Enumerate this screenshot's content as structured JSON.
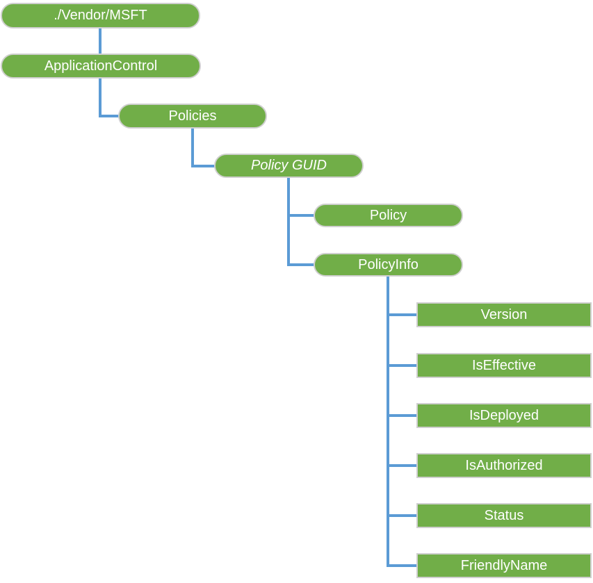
{
  "colors": {
    "node_fill": "#71AE48",
    "node_border": "#CFCFCF",
    "connector": "#5B9BD5",
    "node_text": "#FFFFFF",
    "background": "#FFFFFF"
  },
  "tree": {
    "root": {
      "label": "./Vendor/MSFT",
      "shape": "pill"
    },
    "application_control": {
      "label": "ApplicationControl",
      "shape": "pill"
    },
    "policies": {
      "label": "Policies",
      "shape": "pill"
    },
    "policy_guid": {
      "label": "Policy GUID",
      "shape": "pill",
      "style": "italic"
    },
    "policy": {
      "label": "Policy",
      "shape": "pill"
    },
    "policy_info": {
      "label": "PolicyInfo",
      "shape": "pill"
    },
    "policy_info_children": [
      {
        "label": "Version",
        "shape": "rect"
      },
      {
        "label": "IsEffective",
        "shape": "rect"
      },
      {
        "label": "IsDeployed",
        "shape": "rect"
      },
      {
        "label": "IsAuthorized",
        "shape": "rect"
      },
      {
        "label": "Status",
        "shape": "rect"
      },
      {
        "label": "FriendlyName",
        "shape": "rect"
      }
    ]
  }
}
